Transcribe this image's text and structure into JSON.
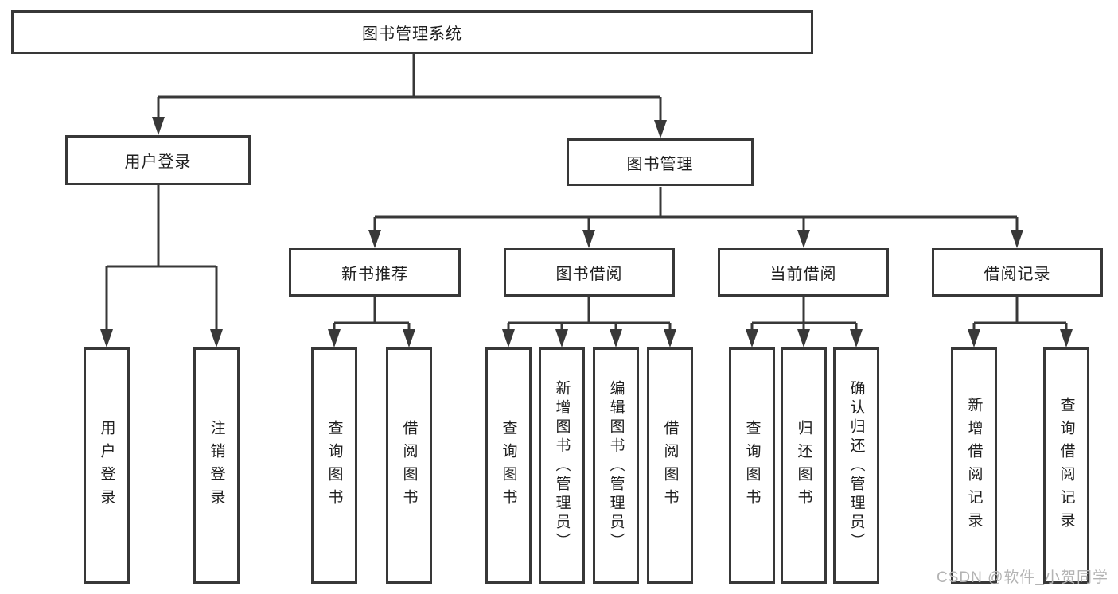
{
  "colors": {
    "line": "#383838",
    "box_border": "#383838",
    "text": "#1f1f1f",
    "watermark": "#b3b3b3"
  },
  "watermark": {
    "text": "CSDN @软件_小贺同学"
  },
  "tree": {
    "root": {
      "label": "图书管理系统",
      "children": [
        {
          "label": "用户登录",
          "children": [
            {
              "label": "用户登录"
            },
            {
              "label": "注销登录"
            }
          ]
        },
        {
          "label": "图书管理",
          "children": [
            {
              "label": "新书推荐",
              "children": [
                {
                  "label": "查询图书"
                },
                {
                  "label": "借阅图书"
                }
              ]
            },
            {
              "label": "图书借阅",
              "children": [
                {
                  "label": "查询图书"
                },
                {
                  "label": "新增图书（管理员）"
                },
                {
                  "label": "编辑图书（管理员）"
                },
                {
                  "label": "借阅图书"
                }
              ]
            },
            {
              "label": "当前借阅",
              "children": [
                {
                  "label": "查询图书"
                },
                {
                  "label": "归还图书"
                },
                {
                  "label": "确认归还（管理员）"
                }
              ]
            },
            {
              "label": "借阅记录",
              "children": [
                {
                  "label": "新增借阅记录"
                },
                {
                  "label": "查询借阅记录"
                }
              ]
            }
          ]
        }
      ]
    }
  }
}
